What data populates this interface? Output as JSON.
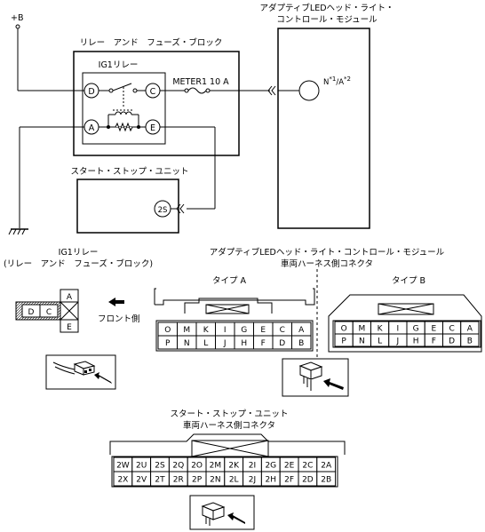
{
  "circuit": {
    "power_label": "+B",
    "relay_block_title": "リレー　アンド　フューズ・ブロック",
    "relay_name": "IG1リレー",
    "relay_terminals": {
      "d": "D",
      "c": "C",
      "a": "A",
      "e": "E"
    },
    "fuse_label": "METER1 10 A",
    "module_title_line1": "アダプティブLEDヘッド・ライト・",
    "module_title_line2": "コントロール・モジュール",
    "module_pin_label": "N*1/A*2",
    "ss_unit_title": "スタート・ストップ・ユニット",
    "ss_pin": "2S"
  },
  "connectors": {
    "ig1_relay": {
      "title_line1": "IG1リレー",
      "title_line2": "(リレー　アンド　フューズ・ブロック)",
      "cells": {
        "d": "D",
        "c": "C",
        "a": "A",
        "e": "E"
      },
      "front_label": "フロント側"
    },
    "module_conn": {
      "title_line1": "アダプティブLEDヘッド・ライト・コントロール・モジュール",
      "title_line2": "車両ハーネス側コネクタ",
      "type_a_label": "タイプ A",
      "type_b_label": "タイプ B",
      "row_top": [
        "O",
        "M",
        "K",
        "I",
        "G",
        "E",
        "C",
        "A"
      ],
      "row_bottom": [
        "P",
        "N",
        "L",
        "J",
        "H",
        "F",
        "D",
        "B"
      ]
    },
    "ss_conn": {
      "title_line1": "スタート・ストップ・ユニット",
      "title_line2": "車両ハーネス側コネクタ",
      "row_top": [
        "2W",
        "2U",
        "2S",
        "2Q",
        "2O",
        "2M",
        "2K",
        "2I",
        "2G",
        "2E",
        "2C",
        "2A"
      ],
      "row_bottom": [
        "2X",
        "2V",
        "2T",
        "2R",
        "2P",
        "2N",
        "2L",
        "2J",
        "2H",
        "2F",
        "2D",
        "2B"
      ]
    }
  }
}
